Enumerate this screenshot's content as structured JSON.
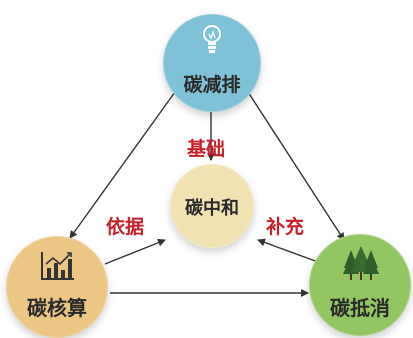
{
  "nodes": {
    "top": {
      "label": "碳减排",
      "color": "#7fc1d6",
      "icon": "lightbulb-icon"
    },
    "center": {
      "label": "碳中和",
      "color": "#f1e2b4"
    },
    "left": {
      "label": "碳核算",
      "color": "#ecc684",
      "icon": "bar-chart-icon"
    },
    "right": {
      "label": "碳抵消",
      "color": "#93c663",
      "icon": "pine-trees-icon"
    }
  },
  "edge_labels": {
    "top_center": "基础",
    "left_center": "依据",
    "right_center": "补充"
  },
  "colors": {
    "edge_label": "#c8202a",
    "arrow": "#333333"
  }
}
